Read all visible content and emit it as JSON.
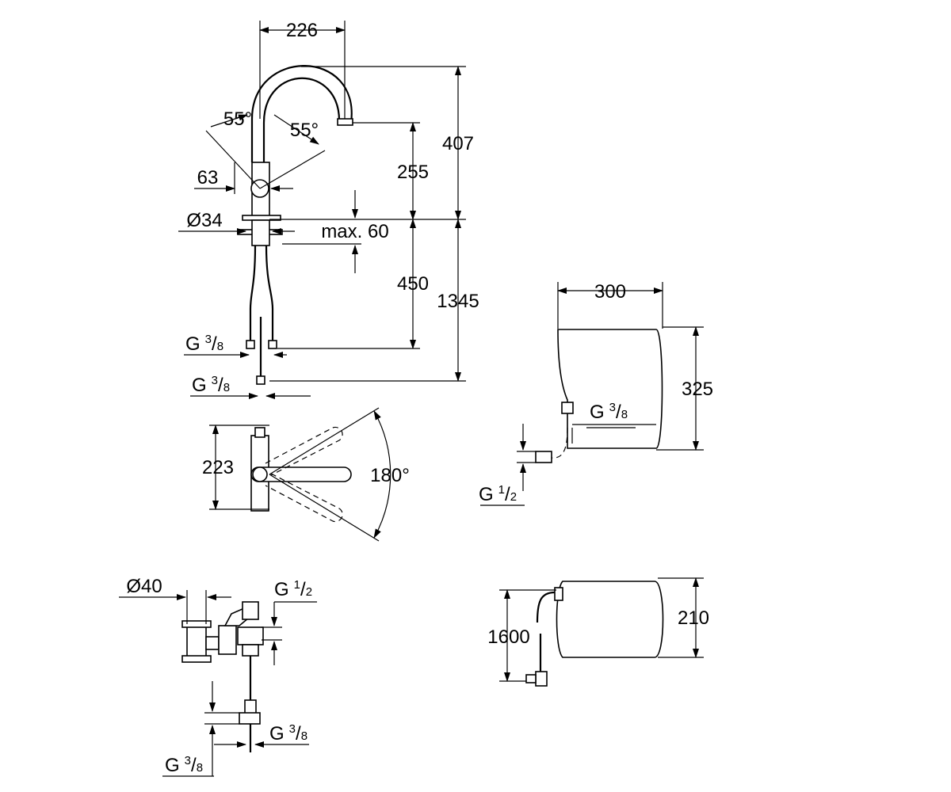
{
  "drawing": {
    "faucet_side": {
      "spout_width": "226",
      "swivel_left": "55°",
      "swivel_right": "55°",
      "lever_offset": "63",
      "spout_outlet_height": "255",
      "total_height": "407",
      "base_diameter": "Ø34",
      "max_deck_thickness": "max. 60",
      "hose_length": "450",
      "total_length": "1345",
      "connection_1": {
        "base": "G",
        "num": "3",
        "den": "8"
      },
      "connection_2": {
        "base": "G",
        "num": "3",
        "den": "8"
      }
    },
    "faucet_top": {
      "depth": "223",
      "lever_rotation": "180°"
    },
    "boiler_front": {
      "width": "300",
      "height": "325",
      "connection_top": {
        "base": "G",
        "num": "3",
        "den": "8"
      },
      "connection_bottom": {
        "base": "G",
        "num": "1",
        "den": "2"
      }
    },
    "mixing_valve": {
      "pipe_diameter": "Ø40",
      "connection_top": {
        "base": "G",
        "num": "1",
        "den": "2"
      },
      "connection_right": {
        "base": "G",
        "num": "3",
        "den": "8"
      },
      "connection_bottom": {
        "base": "G",
        "num": "3",
        "den": "8"
      }
    },
    "boiler_side": {
      "cable_length": "1600",
      "depth": "210"
    }
  }
}
